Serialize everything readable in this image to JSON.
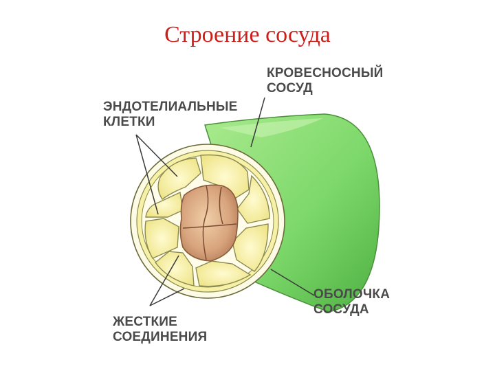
{
  "title": "Строение сосуда",
  "labels": {
    "vessel": [
      "КРОВЕСНОСНЫЙ",
      "СОСУД"
    ],
    "endothelial": [
      "ЭНДОТЕЛИАЛЬНЫЕ",
      "КЛЕТКИ"
    ],
    "sheath": [
      "ОБОЛОЧКА",
      "СОСУДА"
    ],
    "junctions": [
      "ЖЕСТКИЕ",
      "СОЕДИНЕНИЯ"
    ]
  },
  "colors": {
    "title": "#cc1f1a",
    "vessel_wall": "#7dd86a",
    "cell_fill": "#f6f1a6",
    "lumen": "#d7a37c",
    "label_text": "#4a4a4a"
  }
}
